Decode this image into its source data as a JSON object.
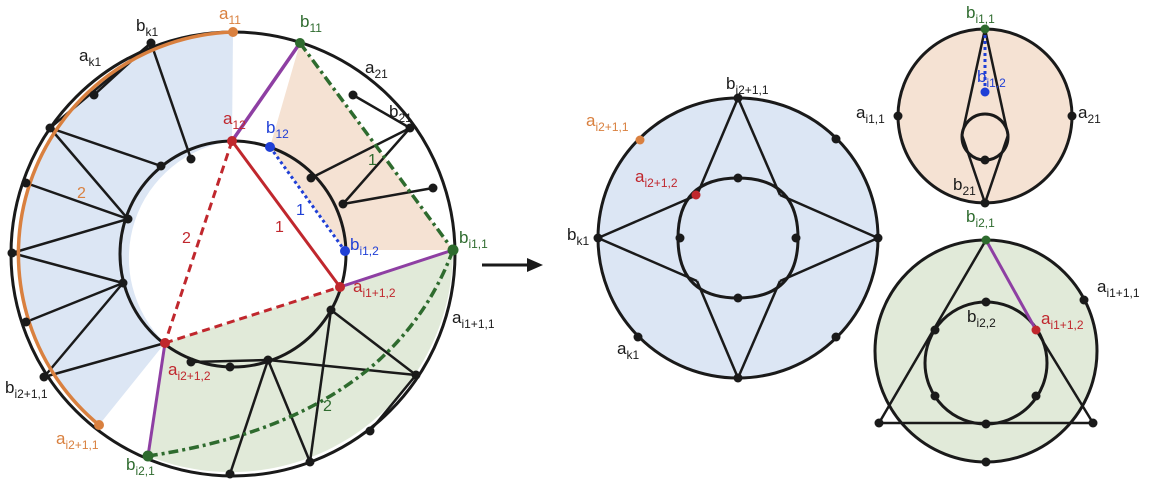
{
  "colors": {
    "black": "#1a1a1a",
    "red": "#c0272d",
    "blue": "#1f3fd6",
    "green": "#2e6b2e",
    "orange": "#d9803f",
    "purple": "#8e3fa3",
    "fill_blue": "#dce6f4",
    "fill_orange": "#f5e2d3",
    "fill_green": "#e1ead9"
  },
  "left": {
    "labels": {
      "a11": {
        "base": "a",
        "sub": "11"
      },
      "bk1": {
        "base": "b",
        "sub": "k1"
      },
      "ak1": {
        "base": "a",
        "sub": "k1"
      },
      "b11": {
        "base": "b",
        "sub": "11"
      },
      "a21": {
        "base": "a",
        "sub": "21"
      },
      "a12": {
        "base": "a",
        "sub": "12"
      },
      "b12": {
        "base": "b",
        "sub": "12"
      },
      "b21": {
        "base": "b",
        "sub": "21"
      },
      "bi11": {
        "base": "b",
        "sub": "i1,1"
      },
      "bi12": {
        "base": "b",
        "sub": "i1,2"
      },
      "ai112": {
        "base": "a",
        "sub": "i1+1,2"
      },
      "ai111": {
        "base": "a",
        "sub": "i1+1,1"
      },
      "ai212": {
        "base": "a",
        "sub": "i2+1,2"
      },
      "bi211": {
        "base": "b",
        "sub": "i2+1,1"
      },
      "ai211": {
        "base": "a",
        "sub": "i2+1,1"
      },
      "bi21": {
        "base": "b",
        "sub": "i2,1"
      }
    },
    "numbers": {
      "red1": "1",
      "blue1": "1",
      "green1": "1",
      "red2": "2",
      "orange2": "2",
      "green2": "2"
    }
  },
  "right_blue": {
    "labels": {
      "bi211": {
        "base": "b",
        "sub": "i2+1,1"
      },
      "ai211": {
        "base": "a",
        "sub": "i2+1,1"
      },
      "ai212": {
        "base": "a",
        "sub": "i2+1,2"
      },
      "bk1": {
        "base": "b",
        "sub": "k1"
      },
      "ak1": {
        "base": "a",
        "sub": "k1"
      }
    }
  },
  "right_orange": {
    "labels": {
      "bi11": {
        "base": "b",
        "sub": "i1,1"
      },
      "bi12": {
        "base": "b",
        "sub": "i1,2"
      },
      "ai11": {
        "base": "a",
        "sub": "i1,1"
      },
      "a21": {
        "base": "a",
        "sub": "21"
      },
      "b21": {
        "base": "b",
        "sub": "21"
      }
    }
  },
  "right_green": {
    "labels": {
      "bi21": {
        "base": "b",
        "sub": "i2,1"
      },
      "ai111": {
        "base": "a",
        "sub": "i1+1,1"
      },
      "ai112": {
        "base": "a",
        "sub": "i1+1,2"
      },
      "bi22": {
        "base": "b",
        "sub": "i2,2"
      }
    }
  }
}
